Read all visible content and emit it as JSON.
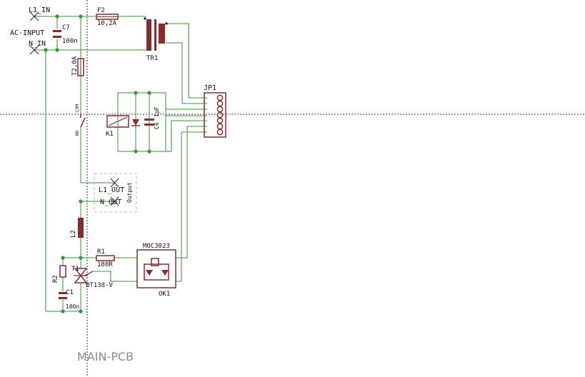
{
  "labels": {
    "l1_in": "L1_IN",
    "ac_input": "AC-INPUT",
    "n_in": "N_IN",
    "c7": "C7",
    "c7_val": "100n",
    "f2": "F2",
    "f2_val": "10,2A",
    "tr1": "TR1",
    "f1_val": "T2,0A",
    "jp1": "JP1",
    "k1": "K1",
    "k1_com": "COM",
    "k1_no": "NO",
    "c6_val": "1µF",
    "c6": "C6",
    "l1_out": "L1_OUT",
    "n_out": "N_OUT",
    "output": "Output",
    "l2": "L2",
    "r1": "R1",
    "r1_val": "180R",
    "moc": "MOC3023",
    "ok1": "OK1",
    "r2": "R2",
    "c1": "C1",
    "c1_val": "100n",
    "t1": "T1",
    "bt": "BT138-V",
    "board": "MAIN-PCB"
  },
  "colors": {
    "wire": "#2f9a2f",
    "part": "#8a2a2a",
    "text": "#111111",
    "board_text": "#8a8a8a",
    "crosshair": "#333333"
  }
}
